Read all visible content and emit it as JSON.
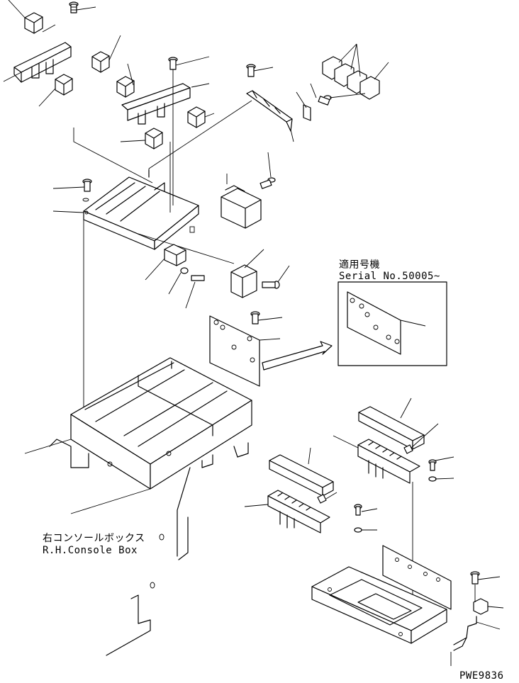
{
  "inset": {
    "title": "適用号機",
    "serial": "Serial No.50005~"
  },
  "console_label": {
    "jp": "右コンソールボックス",
    "en": "R.H.Console Box"
  },
  "drawing_number": "PWE9836"
}
